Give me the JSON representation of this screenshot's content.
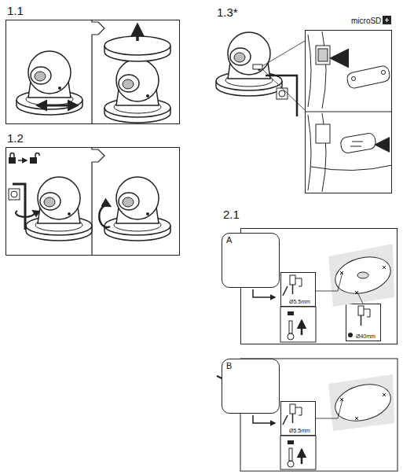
{
  "diagram": {
    "nodes": [
      {
        "text": [
          "1.1"
        ]
      },
      {
        "text": [
          "1.2"
        ]
      },
      {
        "text": [
          "microSD"
        ]
      },
      {
        "text": [
          "2.1"
        ]
      },
      {
        "text": [
          "A"
        ]
      },
      {
        "text": [
          "Ø5.5mm"
        ],
        "in": 3
      },
      {
        "text": [
          "Ø40mm"
        ],
        "in": 3
      },
      {
        "text": [
          "B"
        ]
      },
      {
        "text": [
          "Ø5.5mm"
        ]
      }
    ],
    "labels": [
      "1.3*"
    ]
  }
}
